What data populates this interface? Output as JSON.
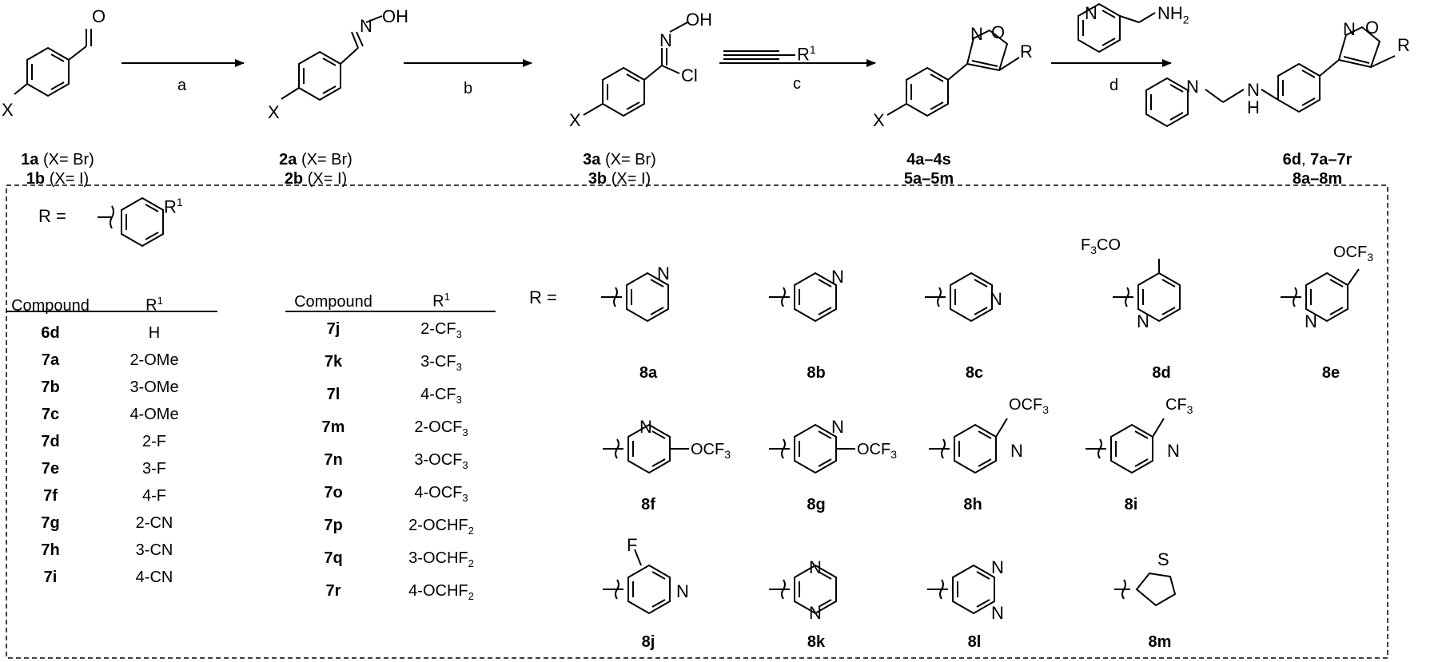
{
  "steps": [
    {
      "id": "step-a",
      "reagent": "a"
    },
    {
      "id": "step-b",
      "reagent": "b"
    },
    {
      "id": "step-c",
      "reagent": "c",
      "alkyne_label": "R",
      "alkyne_sup": "1"
    },
    {
      "id": "step-d",
      "reagent": "d",
      "amine_label": "NH",
      "amine_sub": "2"
    }
  ],
  "compounds": {
    "c1": {
      "l1a": "1a",
      "l1b": " (X= Br)",
      "l2a": "1b",
      "l2b": " (X= I)"
    },
    "c2": {
      "l1a": "2a",
      "l1b": " (X= Br)",
      "l2a": "2b",
      "l2b": " (X= I)"
    },
    "c3": {
      "l1a": "3a",
      "l1b": " (X= Br)",
      "l2a": "3b",
      "l2b": " (X= I)"
    },
    "c4": {
      "l1": "4a–4s",
      "l2": "5a–5m"
    },
    "c6": {
      "l1a": "6d",
      "l1b": ", ",
      "l1c": "7a–7r",
      "l2": "8a–8m"
    }
  },
  "atoms": {
    "X": "X",
    "O": "O",
    "OH": "OH",
    "N": "N",
    "Cl": "Cl",
    "R": "R",
    "H": "H",
    "S": "S",
    "F": "F",
    "CF3": "CF",
    "OCF3": "OCF",
    "F3CO": "F",
    "F3CO_b": "CO",
    "sub3": "3"
  },
  "phenyl_table": {
    "r_eq": "R =",
    "r1": "R",
    "r1_sup": "1",
    "header_compound": "Compound",
    "header_r1": "R",
    "header_r1_sup": "1",
    "left": [
      {
        "c": "6d",
        "r": "H"
      },
      {
        "c": "7a",
        "r": "2-OMe"
      },
      {
        "c": "7b",
        "r": "3-OMe"
      },
      {
        "c": "7c",
        "r": "4-OMe"
      },
      {
        "c": "7d",
        "r": "2-F"
      },
      {
        "c": "7e",
        "r": "3-F"
      },
      {
        "c": "7f",
        "r": "4-F"
      },
      {
        "c": "7g",
        "r": "2-CN"
      },
      {
        "c": "7h",
        "r": "3-CN"
      },
      {
        "c": "7i",
        "r": "4-CN"
      }
    ],
    "right": [
      {
        "c": "7j",
        "r": "2-CF",
        "s": "3"
      },
      {
        "c": "7k",
        "r": "3-CF",
        "s": "3"
      },
      {
        "c": "7l",
        "r": "4-CF",
        "s": "3"
      },
      {
        "c": "7m",
        "r": "2-OCF",
        "s": "3"
      },
      {
        "c": "7n",
        "r": "3-OCF",
        "s": "3"
      },
      {
        "c": "7o",
        "r": "4-OCF",
        "s": "3"
      },
      {
        "c": "7p",
        "r": "2-OCHF",
        "s": "2"
      },
      {
        "c": "7q",
        "r": "3-OCHF",
        "s": "2"
      },
      {
        "c": "7r",
        "r": "4-OCHF",
        "s": "2"
      }
    ]
  },
  "hetero": {
    "r_eq": "R =",
    "items": [
      "8a",
      "8b",
      "8c",
      "8d",
      "8e",
      "8f",
      "8g",
      "8h",
      "8i",
      "8j",
      "8k",
      "8l",
      "8m"
    ]
  }
}
